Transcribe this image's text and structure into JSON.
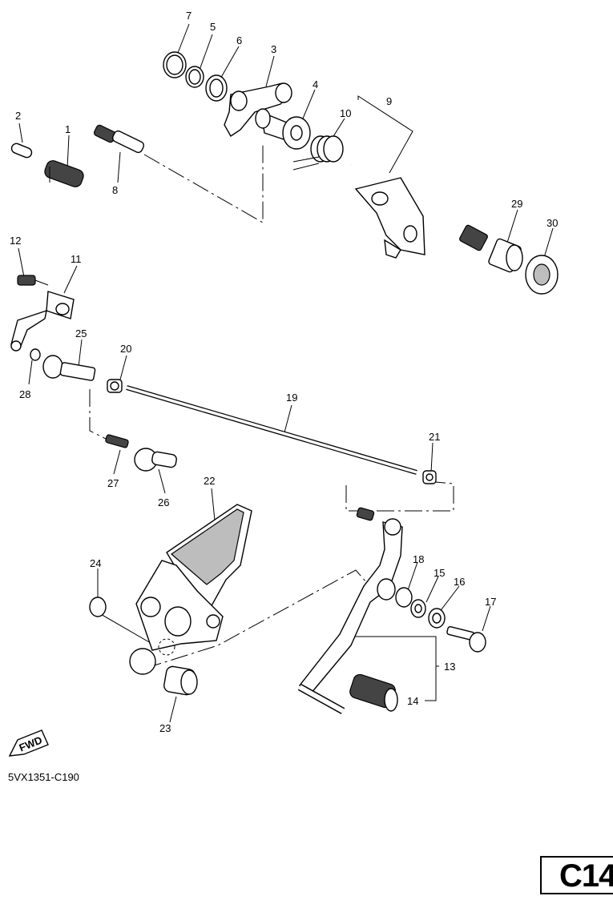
{
  "diagram": {
    "callouts": [
      "1",
      "2",
      "3",
      "4",
      "5",
      "6",
      "7",
      "8",
      "9",
      "10",
      "11",
      "12",
      "13",
      "14",
      "15",
      "16",
      "17",
      "18",
      "19",
      "20",
      "21",
      "22",
      "23",
      "24",
      "25",
      "26",
      "27",
      "28",
      "29",
      "30"
    ],
    "fwd_badge": "FWD",
    "diagram_code": "5VX1351-C190",
    "page_code": "C14"
  }
}
